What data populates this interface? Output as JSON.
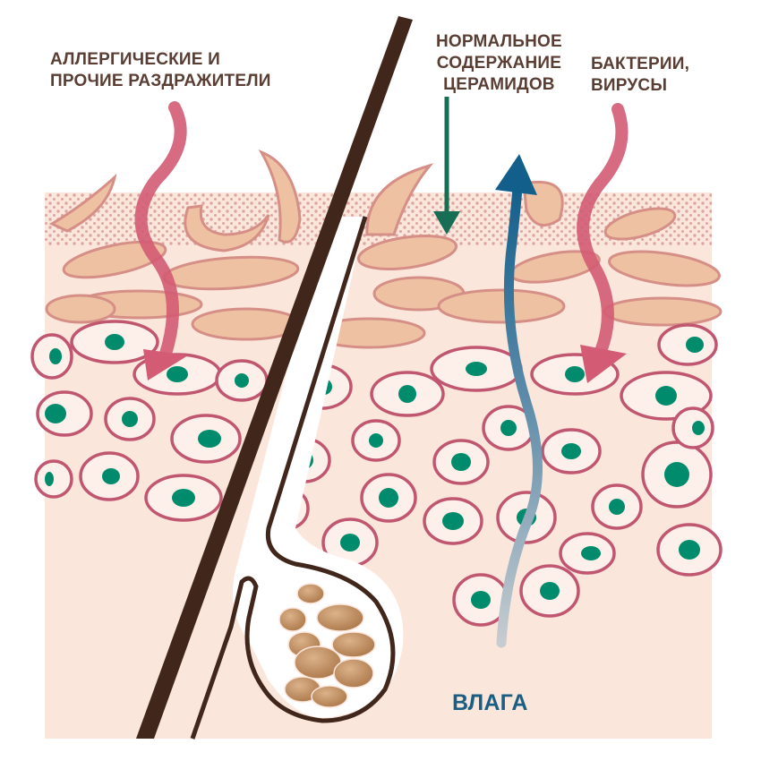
{
  "labels": {
    "allergens": [
      "АЛЛЕРГИЧЕСКИЕ И",
      "ПРОЧИЕ РАЗДРАЖИТЕЛИ"
    ],
    "ceramides": [
      "НОРМАЛЬНОЕ",
      "СОДЕРЖАНИЕ",
      "ЦЕРАМИДОВ"
    ],
    "bacteria": [
      "БАКТЕРИИ,",
      "ВИРУСЫ"
    ],
    "moisture": "ВЛАГА"
  },
  "colors": {
    "background": "#ffffff",
    "skin": "#fbe6dc",
    "stratum_dots": "#d79a98",
    "flake_fill": "#efc1a3",
    "flake_stroke": "#d58f86",
    "cell_fill": "#fdf0ea",
    "cell_stroke": "#c0566f",
    "nucleus": "#008b6c",
    "hair": "#40261b",
    "sebum": "#b98452",
    "irritant_arrow": "#d35b73",
    "ceramide_arrow": "#176e55",
    "moisture_arrow_top": "#135f8c",
    "moisture_arrow_bottom": "#c7ccd0",
    "label_text": "#5a3e33",
    "moisture_text": "#1a5f83"
  }
}
